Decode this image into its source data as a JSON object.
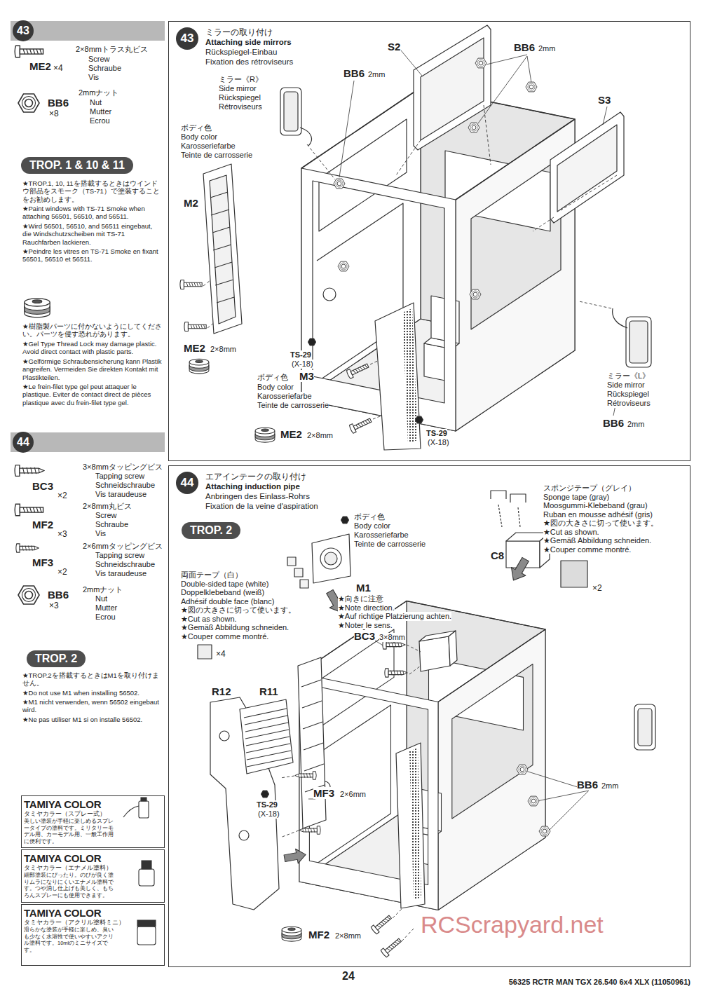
{
  "diagram": {
    "nodes": [
      {
        "text": [
          "43"
        ]
      },
      {
        "text": [
          "TROP. 1 & 10 & 11"
        ]
      },
      {
        "text": [
          "44"
        ]
      },
      {
        "text": [
          "TROP. 2"
        ]
      },
      {
        "text": [
          "TAMIYA COLOR",
          "タミヤカラー（スプレー式）",
          "美しい塗装が手軽に楽しめるスプレータイプの塗料です。ミリタリーモデル用、カーモデル用、一般工作用に便利です。"
        ]
      },
      {
        "text": [
          "TAMIYA COLOR",
          "タミヤカラー（エナメル塗料）",
          "細部塗装にぴったり。のびが良く塗りムラになりにくいエナメル塗料です。つや消し仕上げも美しく、もちろんスプレーにも使用できます。"
        ]
      },
      {
        "text": [
          "TAMIYA COLOR",
          "タミヤカラー（アクリル塗料ミニ）",
          "滑らかな塗装が手軽に楽しめ、臭いも少なく水溶性で使いやすいアクリル塗料です。10mlのミニサイズです。"
        ]
      },
      {
        "text": [
          "43",
          "ミラーの取り付け",
          "Attaching side mirrors",
          "Rückspiegel-Einbau",
          "Fixation des rétroviseurs"
        ]
      },
      {
        "text": [
          "44",
          "エアインテークの取り付け",
          "Attaching induction pipe",
          "Anbringen des Einlass-Rohrs",
          "Fixation de la veine d'aspiration"
        ]
      },
      {
        "text": [
          "TROP. 2"
        ],
        "in": 8
      }
    ],
    "labels": [
      "ME2",
      "×4",
      "2×8mmトラス丸ビス",
      "Screw",
      "Schraube",
      "Vis",
      "BB6",
      "×8",
      "2mmナット",
      "Nut",
      "Mutter",
      "Ecrou",
      "★TROP.1, 10, 11を搭載するときはウインドウ部品をスモーク（TS-71）で塗装することをお勧めします。",
      "★Paint windows with TS-71 Smoke when attaching 56501, 56510, and 56511.",
      "★Wird 56501, 56510, and 56511 eingebaut, die Windschutzscheiben mit TS-71 Rauchfarben lackieren.",
      "★Peindre les vitres en TS-71 Smoke en fixant 56501, 56510 et 56511.",
      "★樹脂製パーツに付かないようにしてください。パーツを侵す恐れがあります。",
      "★Gel Type Thread Lock may damage plastic. Avoid direct contact with plastic parts.",
      "★Gelförmige Schraubensicherung kann Plastik angreifen. Vermeiden Sie direkten Kontakt mit Plastikteilen.",
      "★Le frein-filet type gel peut attaquer le plastique. Eviter de contact direct de pièces plastique avec du frein-filet type gel.",
      "BC3",
      "×2",
      "3×8mmタッピングビス",
      "Tapping screw",
      "Schneidschraube",
      "Vis taraudeuse",
      "MF2",
      "×3",
      "2×8mm丸ビス",
      "Screw",
      "Schraube",
      "Vis",
      "MF3",
      "×2",
      "2×6mmタッピングビス",
      "Tapping screw",
      "Schneidschraube",
      "Vis taraudeuse",
      "BB6",
      "×3",
      "2mmナット",
      "Nut",
      "Mutter",
      "Ecrou",
      "★TROP.2を搭載するときはM1を取り付けません。",
      "★Do not use M1 when installing 56502.",
      "★M1 nicht verwenden, wenn 56502 eingebaut wird.",
      "★Ne pas utiliser M1 si on installe 56502.",
      "S2",
      "BB6",
      "2mm",
      "BB6",
      "2mm",
      "S3",
      "ミラー《R》",
      "Side mirror",
      "Rückspiegel",
      "Rétroviseurs",
      "ボディ色",
      "Body color",
      "Karosseriefarbe",
      "Teinte de carrosserie",
      "M2",
      "ME2",
      "2×8mm",
      "TS-29",
      "(X-18)",
      "ボディ色",
      "M3",
      "Body color",
      "Karosseriefarbe",
      "Teinte de carrosserie",
      "ME2",
      "2×8mm",
      "TS-29",
      "(X-18)",
      "ミラー《L》",
      "Side mirror",
      "Rückspiegel",
      "Rétroviseurs",
      "BB6",
      "2mm",
      "ボディ色",
      "Body color",
      "Karosseriefarbe",
      "Teinte de carrosserie",
      "スポンジテープ（グレイ）",
      "Sponge tape (gray)",
      "Moosgummi-Klebeband (grau)",
      "Ruban en mousse adhésif (gris)",
      "★図の大きさに切って使います。",
      "★Cut as shown.",
      "★Gemäß Abbildung schneiden.",
      "★Couper comme montré.",
      "C8",
      "×2",
      "両面テープ（白）",
      "Double-sided tape (white)",
      "Doppelklebeband (weiß)",
      "Adhésif double face (blanc)",
      "★図の大きさに切って使います。",
      "★Cut as shown.",
      "★Gemäß Abbildung schneiden.",
      "★Couper comme montré.",
      "×4",
      "M1",
      "★向きに注意",
      "★Note direction.",
      "★Auf richtige Platzierung achten.",
      "★Noter le sens.",
      "BC3",
      "3×8mm",
      "R12",
      "R11",
      "MF3",
      "2×6mm",
      "TS-29",
      "(X-18)",
      "BB6",
      "2mm",
      "MF2",
      "2×8mm",
      "RCScrapyard.net",
      "24",
      "56325 RCTR MAN TGX 26.540 6x4 XLX (11050961)"
    ]
  }
}
